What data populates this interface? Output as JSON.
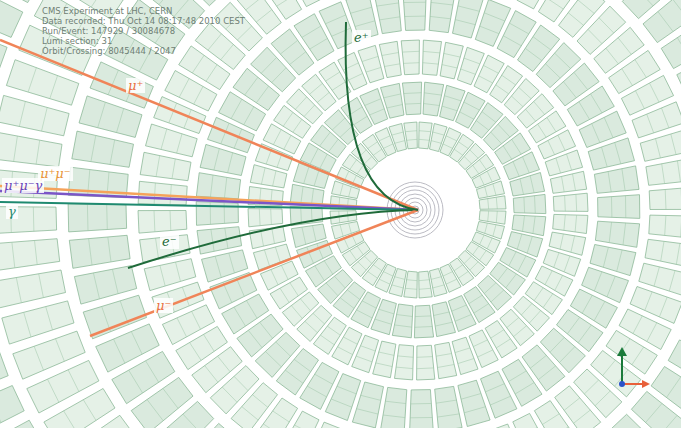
{
  "diagram": {
    "labels": [
      "CMS Experiment at LHC, CERN",
      "Data recorded: Thu Oct 14 08:17:48 2010 CEST",
      "Run/Event: 147929 / 30084678",
      "Lumi section: 31",
      "Orbit/Crossing: 8045444 / 2047",
      "e⁺",
      "μ⁺",
      "μ⁺μ⁻",
      "μ⁺μ⁻γ",
      "γ",
      "e⁻",
      "μ⁻"
    ]
  }
}
